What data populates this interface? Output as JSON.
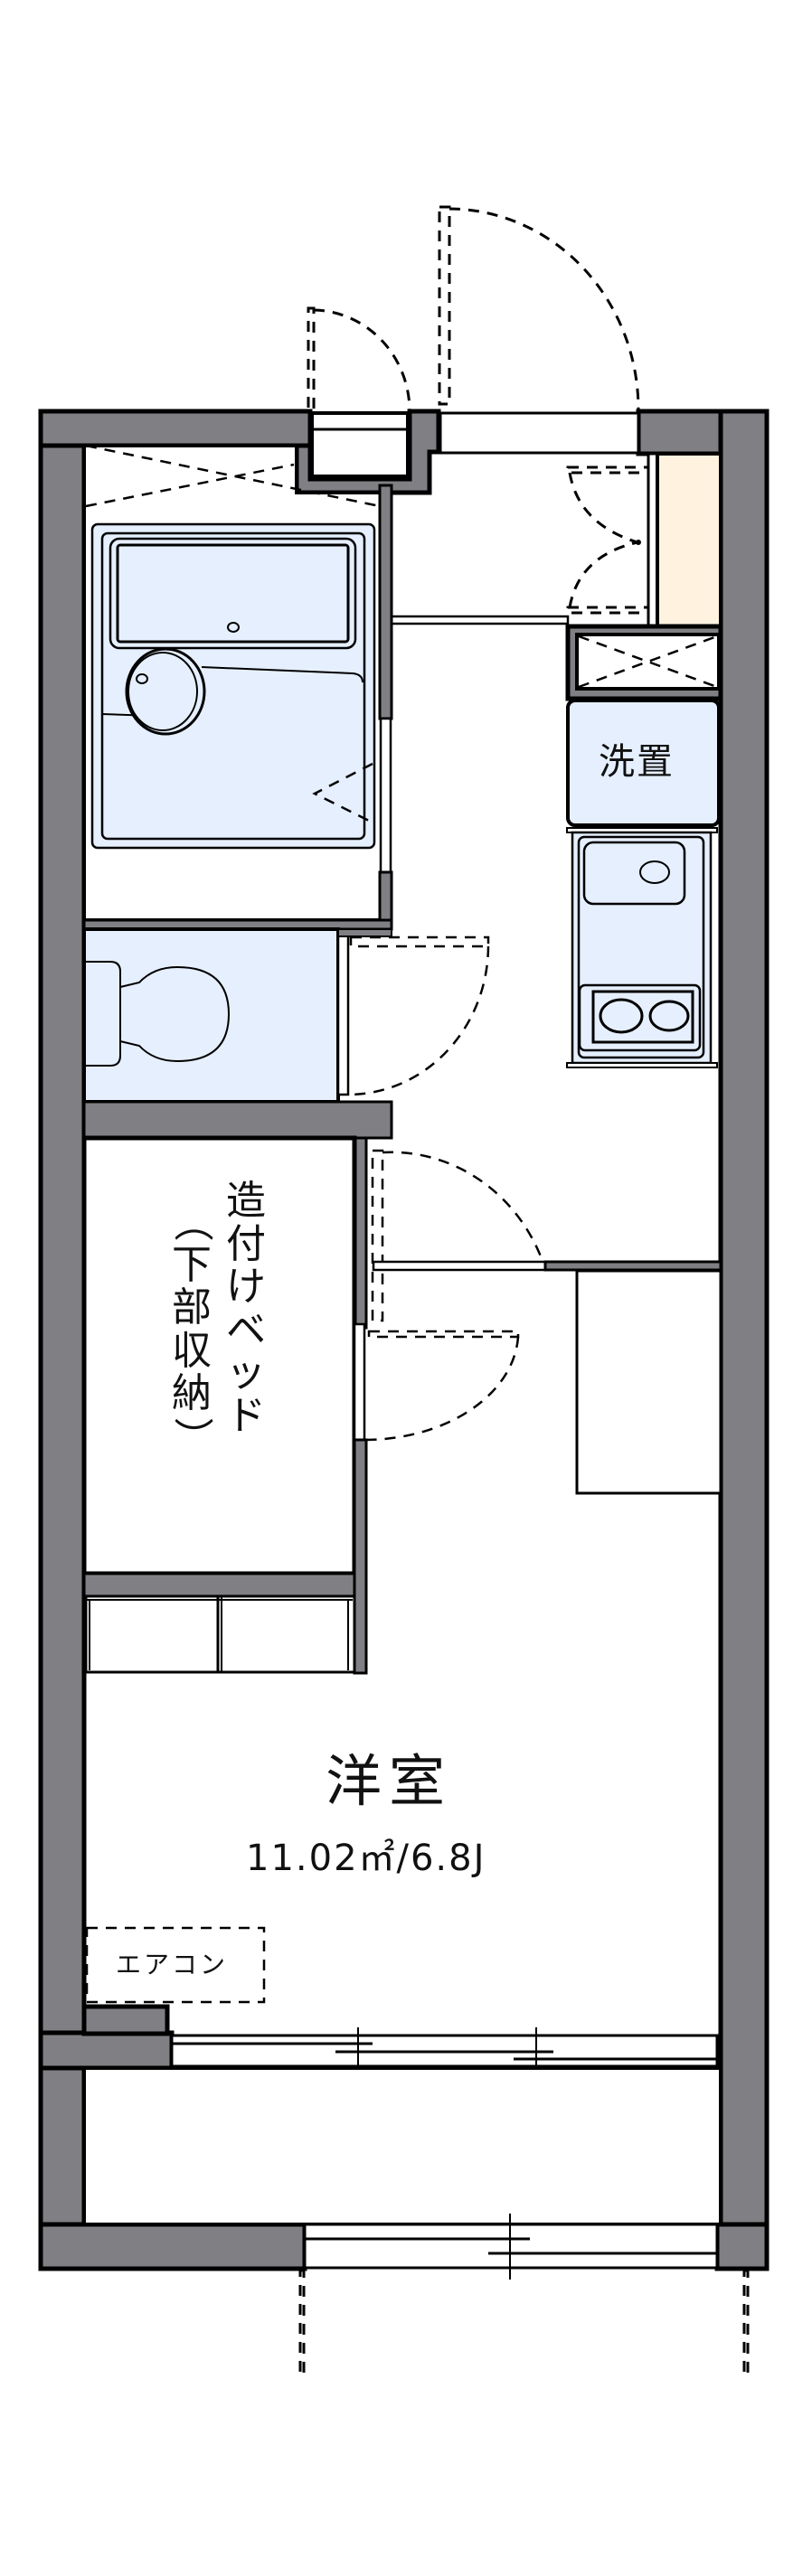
{
  "plan": {
    "type": "apartment-floor-plan",
    "colors": {
      "wall": "#808084",
      "wall_outline": "#000000",
      "wet_area": "#E6EFFD",
      "shoe_cabinet": "#FFF3E0",
      "floor": "#FFFFFF"
    }
  },
  "rooms": {
    "western_room": {
      "name": "洋室",
      "area": "11.02㎡/6.8J"
    },
    "laundry": {
      "label": "洗置"
    },
    "built_in_bed": {
      "col_main": [
        "造",
        "付",
        "け",
        "ベ",
        "ッ",
        "ド"
      ],
      "col_note": [
        "（",
        "下",
        "部",
        "収",
        "納",
        "）"
      ]
    },
    "air_conditioner": {
      "label": "エアコン"
    }
  },
  "fixtures": {
    "bath_icon": "bathtub-icon",
    "toilet_icon": "toilet-icon",
    "sink_icon": "kitchen-sink-icon",
    "stove_icon": "two-burner-stove-icon"
  }
}
